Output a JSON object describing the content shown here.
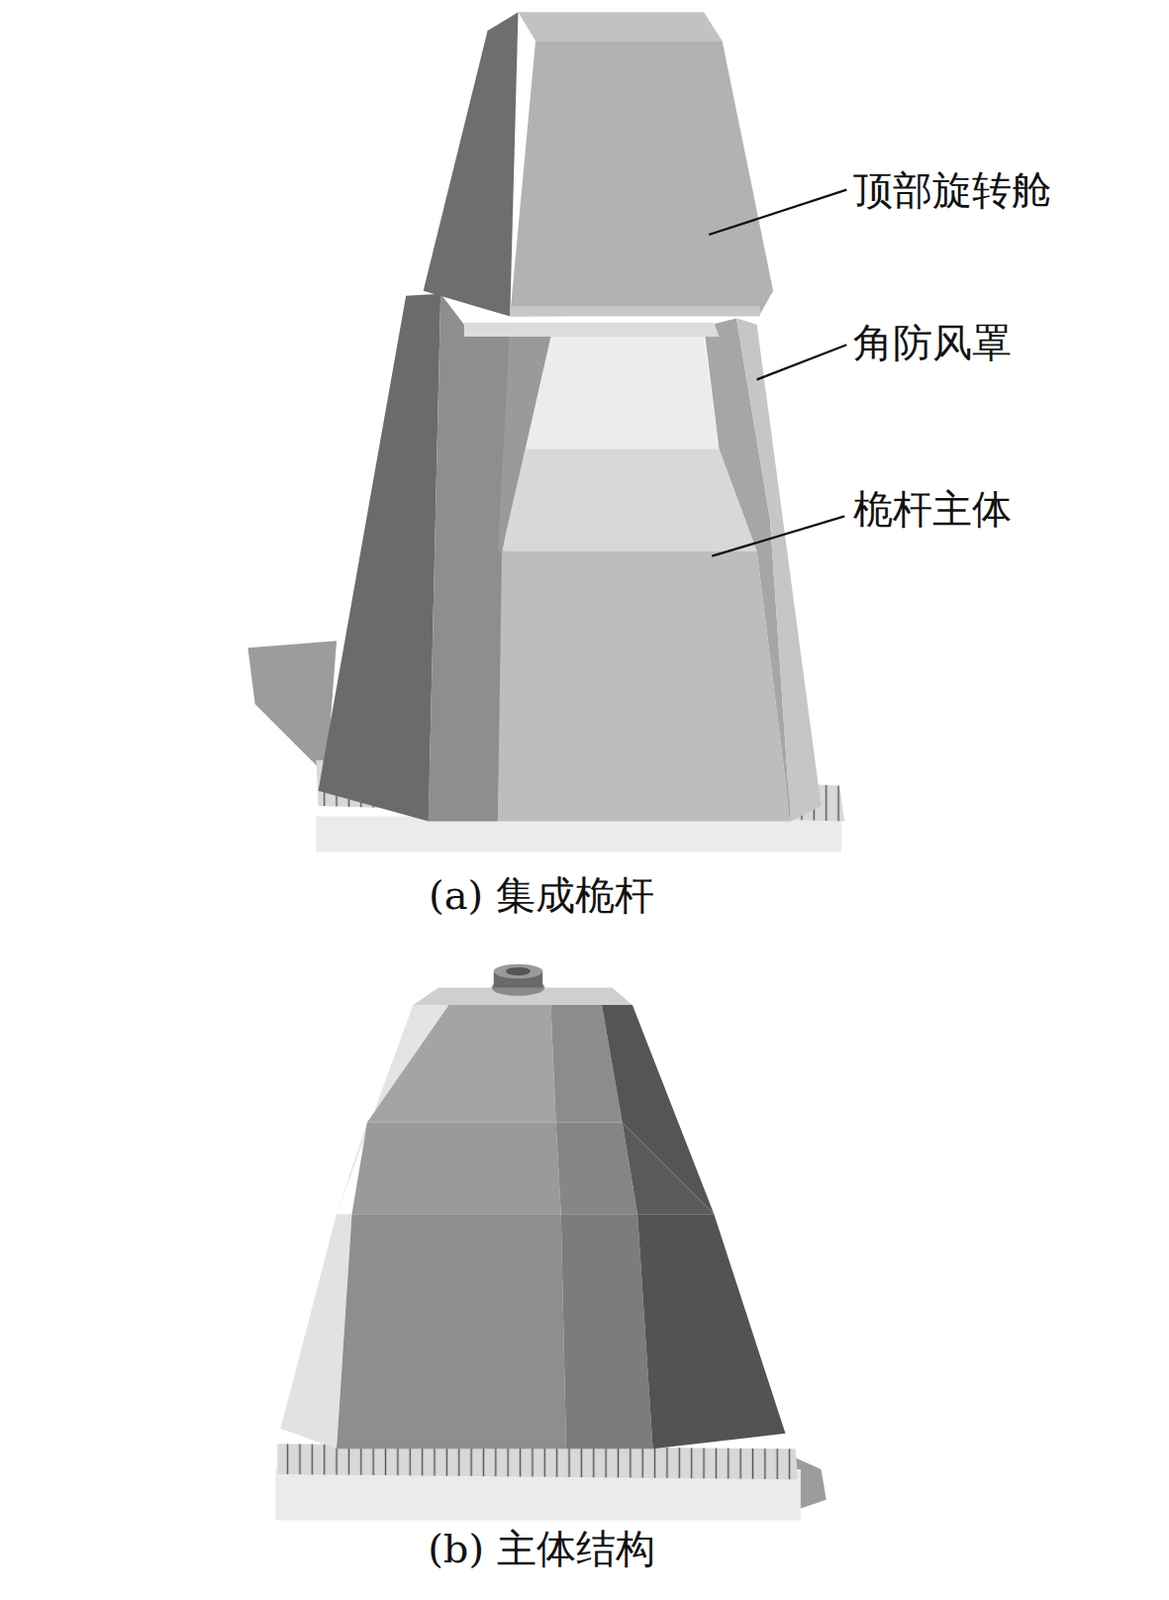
{
  "diagram": {
    "labels": [
      "顶部旋转舱",
      "角防风罩",
      "桅杆主体",
      "(a) 集成桅杆",
      "(b) 主体结构"
    ]
  }
}
